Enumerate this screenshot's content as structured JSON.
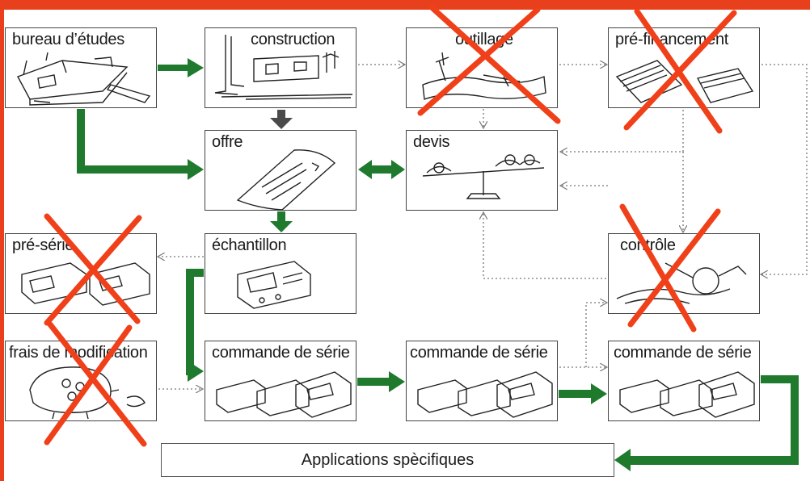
{
  "boxes": {
    "bureau_etudes": "bureau d’études",
    "construction": "construction",
    "outillage": "outillage",
    "pre_financement": "pré-financement",
    "offre": "offre",
    "devis": "devis",
    "pre_serie": "pré-série",
    "echantillon": "échantillon",
    "controle": "contrôle",
    "frais_modification": "frais de modification",
    "commande_serie_1": "commande de série",
    "commande_serie_2": "commande de série",
    "commande_serie_3": "commande de série"
  },
  "applications": "Applications spècifiques",
  "colors": {
    "green_arrow": "#1f7a2e",
    "gray_arrow": "#4a4a4a",
    "red_cross": "#f0401a",
    "border": "#e8401c",
    "dotted": "#777777"
  }
}
